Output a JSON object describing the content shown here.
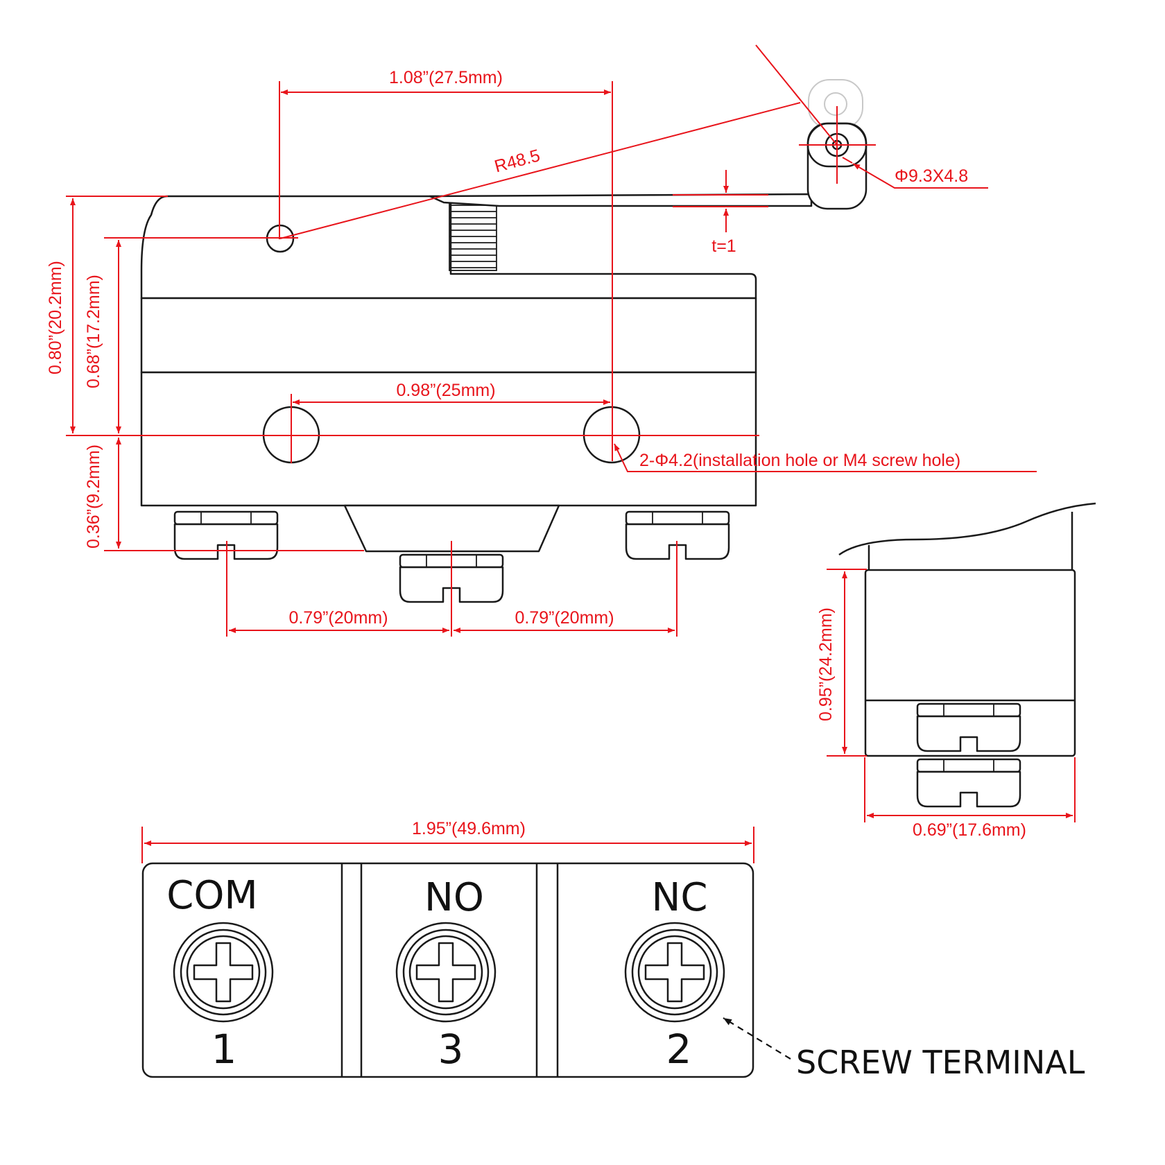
{
  "dimensions": {
    "lever_pivot_offset": "1.08”(27.5mm)",
    "lever_radius": "R48.5",
    "roller_size": "Φ9.3X4.8",
    "lever_thickness": "t=1",
    "total_height": "0.80”(20.2mm)",
    "pivot_height": "0.68”(17.2mm)",
    "hole_spacing": "0.98”(25mm)",
    "hole_spec": "2-Φ4.2(installation hole or M4 screw hole)",
    "hole_to_bottom": "0.36”(9.2mm)",
    "terminal_spacing_left": "0.79”(20mm)",
    "terminal_spacing_right": "0.79”(20mm)",
    "side_height": "0.95”(24.2mm)",
    "side_width": "0.69”(17.6mm)",
    "overall_length": "1.95”(49.6mm)"
  },
  "terminals": [
    {
      "name": "COM",
      "number": "1"
    },
    {
      "name": "NO",
      "number": "3"
    },
    {
      "name": "NC",
      "number": "2"
    }
  ],
  "callout": "SCREW TERMINAL"
}
